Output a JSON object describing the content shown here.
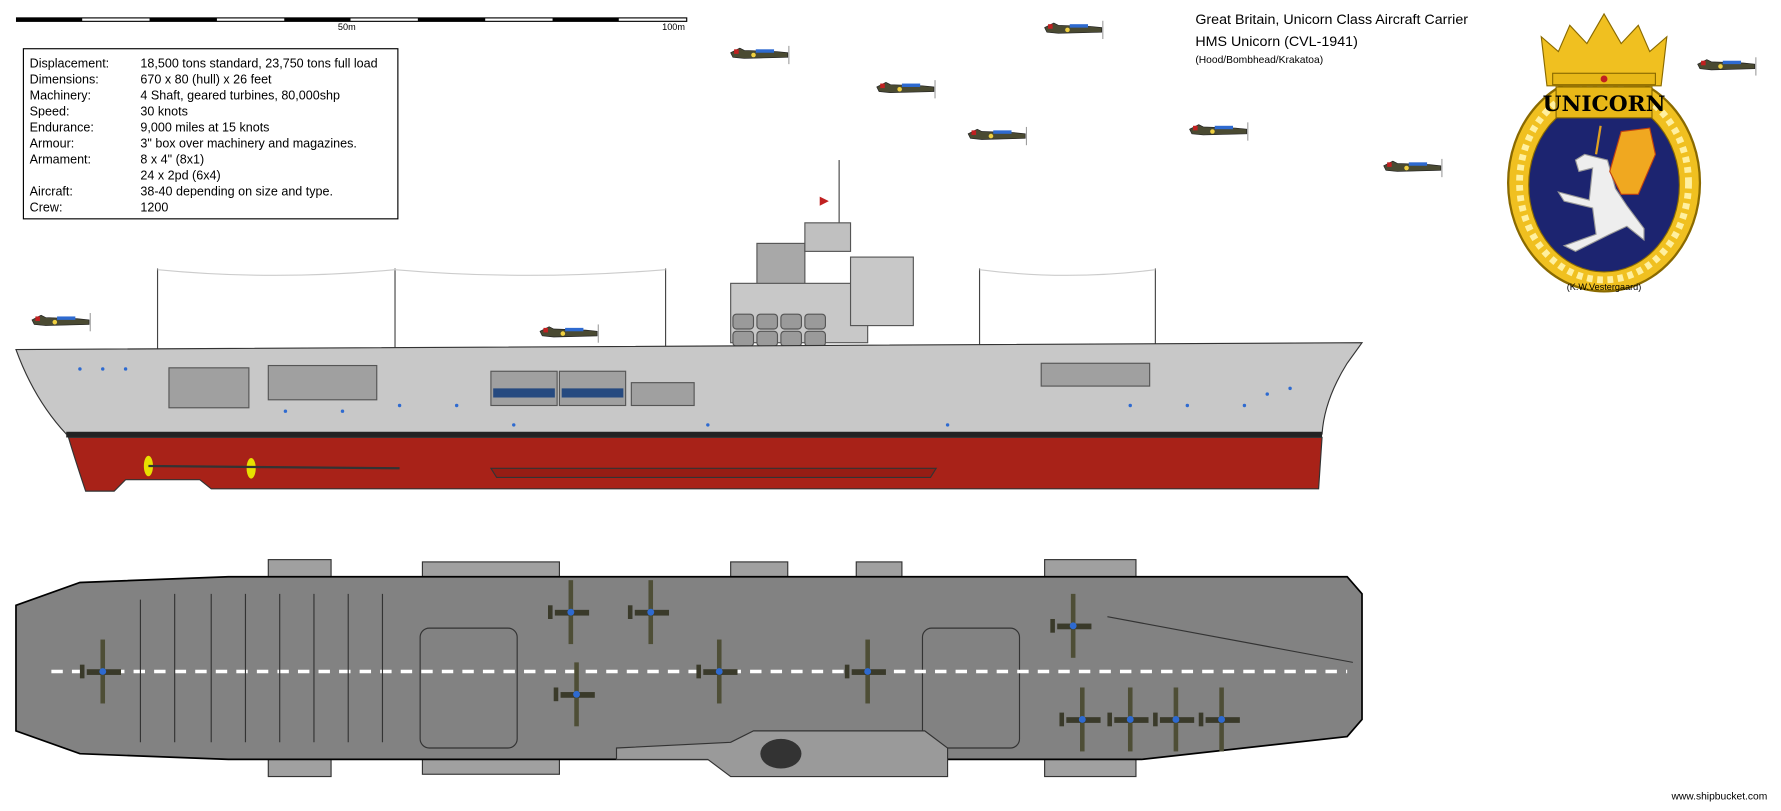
{
  "scale_bar": {
    "label_mid": "50m",
    "label_end": "100m"
  },
  "specs": [
    {
      "label": "Displacement:",
      "value": "18,500 tons standard, 23,750 tons full load"
    },
    {
      "label": "Dimensions:",
      "value": "670 x 80 (hull) x 26 feet"
    },
    {
      "label": "Machinery:",
      "value": "4 Shaft, geared turbines, 80,000shp"
    },
    {
      "label": "Speed:",
      "value": "30 knots"
    },
    {
      "label": "Endurance:",
      "value": "9,000 miles at 15 knots"
    },
    {
      "label": "Armour:",
      "value": "3\" box over machinery and magazines."
    },
    {
      "label": "Armament:",
      "value": "8 x 4\"  (8x1)"
    },
    {
      "label": "",
      "value": "24 x 2pd (6x4)"
    },
    {
      "label": "Aircraft:",
      "value": "38-40 depending on size and type."
    },
    {
      "label": "Crew:",
      "value": "1200"
    }
  ],
  "title": {
    "line1": "Great Britain, Unicorn Class Aircraft Carrier",
    "line2": "HMS Unicorn (CVL-1941)",
    "line3": "(Hood/Bombhead/Krakatoa)"
  },
  "badge": {
    "name": "UNICORN",
    "credit": "(K.W.Vestergaard)"
  },
  "footer": {
    "site": "www.shipbucket.com"
  },
  "colors": {
    "hull_grey": "#c8c8c8",
    "antifouling_red": "#a82218",
    "deck_grey": "#828282",
    "badge_blue": "#1c2470",
    "badge_gold": "#f0c020"
  }
}
